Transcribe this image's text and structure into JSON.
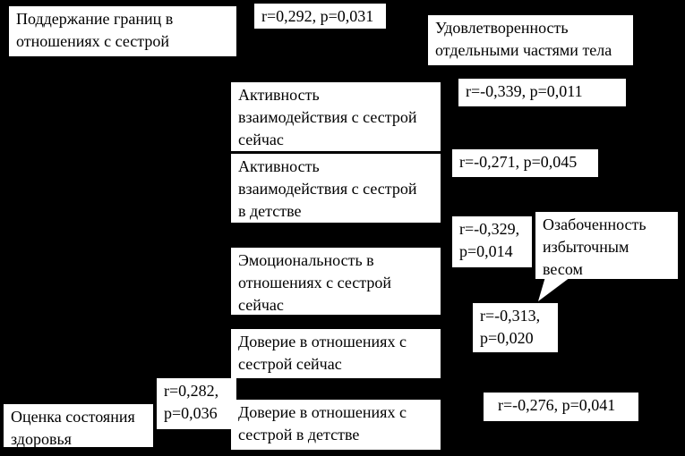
{
  "diagram": {
    "background_color": "#000000",
    "box_color": "#ffffff",
    "text_color": "#000000",
    "nodes": {
      "maintain_boundaries": "Поддержание границ в\nотношениях с сестрой",
      "body_satisfaction": "Удовлетворенность\nотдельными частями тела",
      "interaction_now": "Активность\nвзаимодействия с сестрой\nсейчас",
      "interaction_childhood": "Активность\nвзаимодействия с сестрой\nв детстве",
      "emotionality_now": "Эмоциональность в\nотношениях с сестрой\nсейчас",
      "trust_now": "Доверие в отношениях с\nсестрой сейчас",
      "trust_childhood": "Доверие в отношениях с\nсестрой в детстве",
      "health_status": "Оценка состояния\nздоровья",
      "overweight_concern": "Озабоченность\nизбыточным\nвесом"
    },
    "correlations": {
      "boundaries_body": "r=0,292, p=0,031",
      "interaction_now_body": "r=-0,339, p=0,011",
      "interaction_childhood_weight": "r=-0,271, p=0,045",
      "emotionality_weight": "r=-0,329,\np=0,014",
      "trust_now_weight": "r=-0,313,\np=0,020",
      "trust_childhood_weight": "r=-0,276, p=0,041",
      "health_trust": "r=0,282,\np=0,036"
    }
  }
}
